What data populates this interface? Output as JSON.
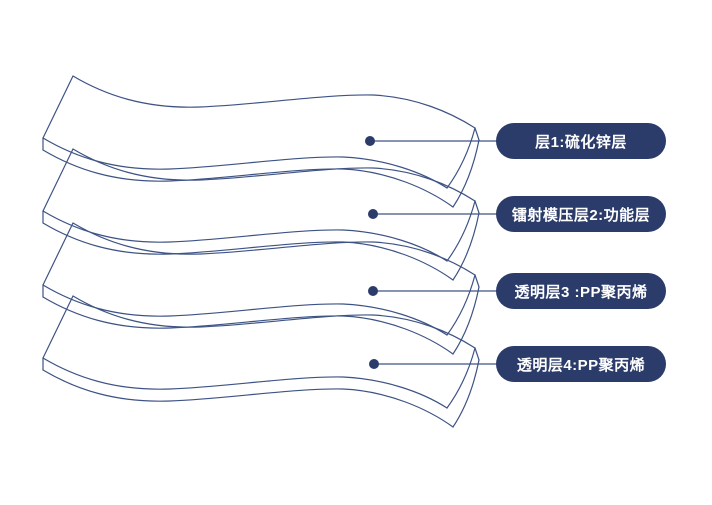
{
  "page": {
    "background_color": "#ffffff"
  },
  "diagram": {
    "type": "layered-material-stack",
    "layer_count": 4,
    "stroke_color": "#3e5385",
    "dot_color": "#2b3c6b",
    "pill": {
      "bg_color": "#2b3c6b",
      "text_color": "#ffffff"
    },
    "labels": [
      {
        "id": "layer-1",
        "text": "层1:硫化锌层"
      },
      {
        "id": "layer-2",
        "text": "镭射模压层2:功能层"
      },
      {
        "id": "layer-3",
        "text": "透明层3 :PP聚丙烯"
      },
      {
        "id": "layer-4",
        "text": "透明层4:PP聚丙烯"
      }
    ]
  }
}
